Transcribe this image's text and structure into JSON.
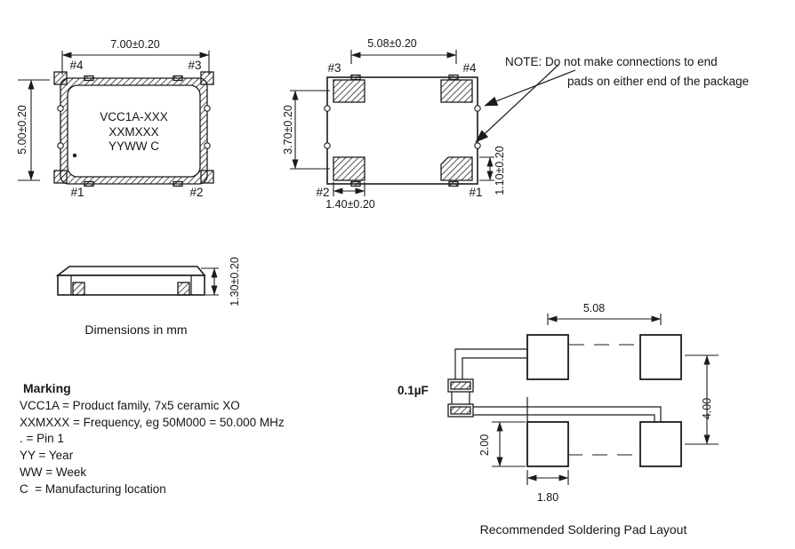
{
  "top_view": {
    "dim_width": "7.00±0.20",
    "dim_height": "5.00±0.20",
    "pin_top_left": "#4",
    "pin_top_right": "#3",
    "pin_bottom_left": "#1",
    "pin_bottom_right": "#2",
    "marking_line1": "VCC1A-XXX",
    "marking_line2": "XXMXXX",
    "marking_line3": "YYWW C"
  },
  "bottom_view": {
    "dim_pad_span_h": "5.08±0.20",
    "dim_pad_span_v": "3.70±0.20",
    "dim_pad_width": "1.40±0.20",
    "dim_pad_height": "1.10±0.20",
    "pin_top_left": "#3",
    "pin_top_right": "#4",
    "pin_bottom_left": "#2",
    "pin_bottom_right": "#1"
  },
  "note": {
    "line1": "NOTE: Do not make connections to end",
    "line2": "pads on either end of the package"
  },
  "side_view": {
    "dim_thickness": "1.30±0.20",
    "caption": "Dimensions in mm"
  },
  "marking_legend": {
    "title": "Marking",
    "lines": [
      "VCC1A = Product family, 7x5 ceramic XO",
      "XXMXXX = Frequency, eg 50M000 = 50.000 MHz",
      ". = Pin 1",
      "YY = Year",
      "WW = Week",
      "C  = Manufacturing location"
    ]
  },
  "pad_layout": {
    "dim_h_span": "5.08",
    "dim_v_span": "4.00",
    "dim_pad_height": "2.00",
    "dim_pad_width": "1.80",
    "cap_label": "0.1µF",
    "caption": "Recommended Soldering Pad Layout"
  },
  "colors": {
    "line": "#1b1b1b",
    "background": "#ffffff"
  }
}
